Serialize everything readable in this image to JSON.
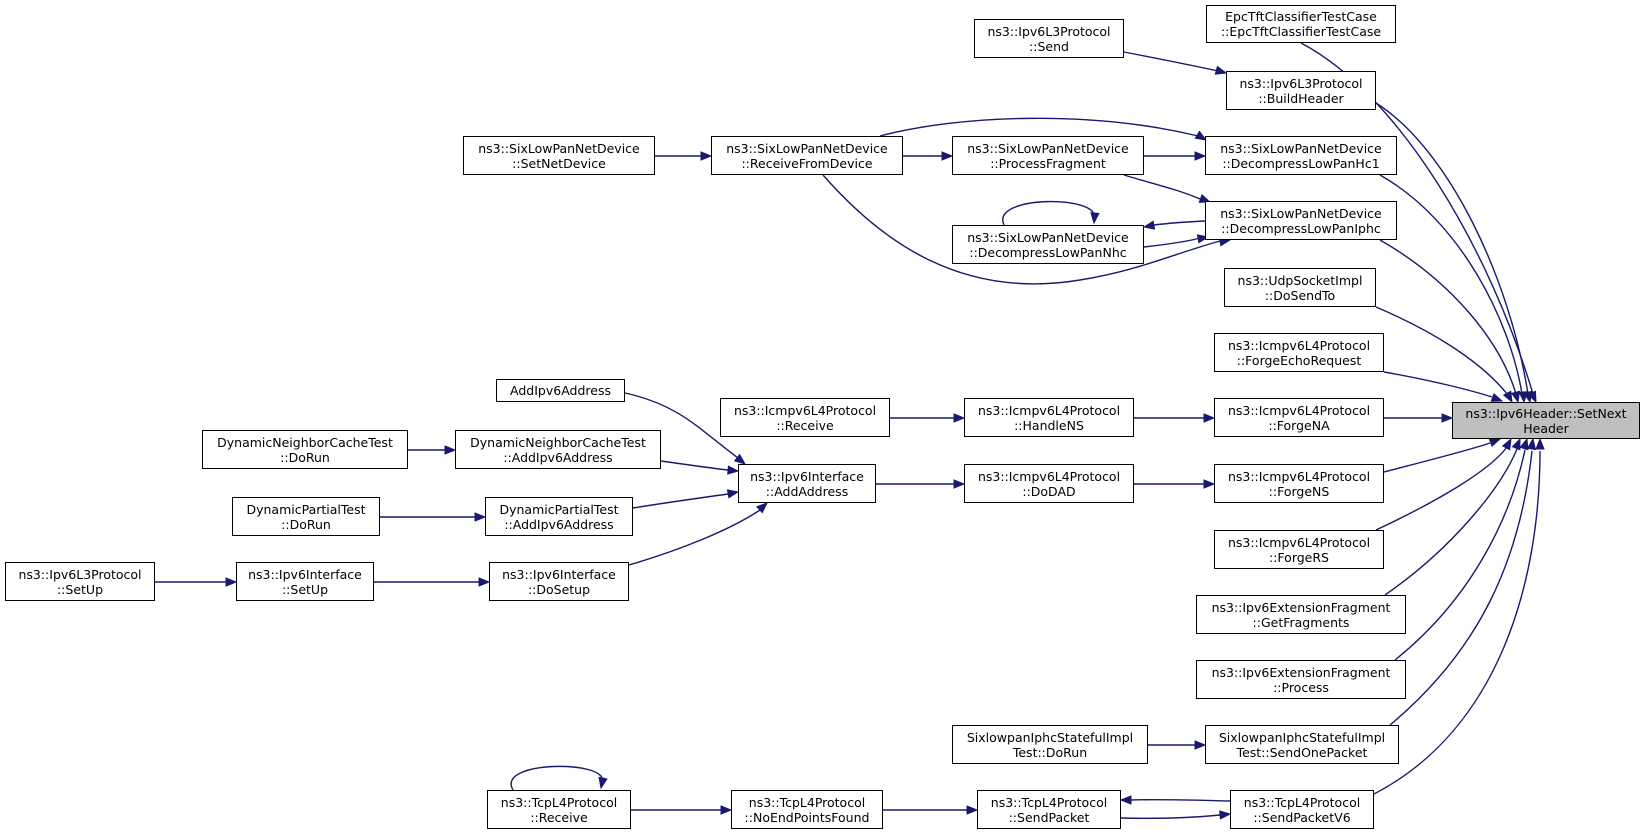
{
  "colors": {
    "edge": "#191970",
    "node_border": "#000000",
    "focus_fill": "#bfbfbf"
  },
  "nodes": {
    "setnextheader": {
      "l1": "ns3::Ipv6Header::SetNext",
      "l2": "Header"
    },
    "epctft": {
      "l1": "EpcTftClassifierTestCase",
      "l2": "::EpcTftClassifierTestCase"
    },
    "ipv6l3send": {
      "l1": "ns3::Ipv6L3Protocol",
      "l2": "::Send"
    },
    "buildheader": {
      "l1": "ns3::Ipv6L3Protocol",
      "l2": "::BuildHeader"
    },
    "sixsetnetdevice": {
      "l1": "ns3::SixLowPanNetDevice",
      "l2": "::SetNetDevice"
    },
    "receivefromdevice": {
      "l1": "ns3::SixLowPanNetDevice",
      "l2": "::ReceiveFromDevice"
    },
    "processfragment": {
      "l1": "ns3::SixLowPanNetDevice",
      "l2": "::ProcessFragment"
    },
    "decompresshc1": {
      "l1": "ns3::SixLowPanNetDevice",
      "l2": "::DecompressLowPanHc1"
    },
    "decompressiphc": {
      "l1": "ns3::SixLowPanNetDevice",
      "l2": "::DecompressLowPanIphc"
    },
    "decompressnhc": {
      "l1": "ns3::SixLowPanNetDevice",
      "l2": "::DecompressLowPanNhc"
    },
    "udpdosendto": {
      "l1": "ns3::UdpSocketImpl",
      "l2": "::DoSendTo"
    },
    "forgeechorequest": {
      "l1": "ns3::Icmpv6L4Protocol",
      "l2": "::ForgeEchoRequest"
    },
    "addipv6address": {
      "l1": "AddIpv6Address",
      "l2": ""
    },
    "icmpreceive": {
      "l1": "ns3::Icmpv6L4Protocol",
      "l2": "::Receive"
    },
    "handlens": {
      "l1": "ns3::Icmpv6L4Protocol",
      "l2": "::HandleNS"
    },
    "forgena": {
      "l1": "ns3::Icmpv6L4Protocol",
      "l2": "::ForgeNA"
    },
    "dyncachedorun": {
      "l1": "DynamicNeighborCacheTest",
      "l2": "::DoRun"
    },
    "dyncacheaddip": {
      "l1": "DynamicNeighborCacheTest",
      "l2": "::AddIpv6Address"
    },
    "ipv6ifaddaddress": {
      "l1": "ns3::Ipv6Interface",
      "l2": "::AddAddress"
    },
    "dodad": {
      "l1": "ns3::Icmpv6L4Protocol",
      "l2": "::DoDAD"
    },
    "forgens": {
      "l1": "ns3::Icmpv6L4Protocol",
      "l2": "::ForgeNS"
    },
    "dynpartialdorun": {
      "l1": "DynamicPartialTest",
      "l2": "::DoRun"
    },
    "dynpartialaddip": {
      "l1": "DynamicPartialTest",
      "l2": "::AddIpv6Address"
    },
    "forgers": {
      "l1": "ns3::Icmpv6L4Protocol",
      "l2": "::ForgeRS"
    },
    "ipv6l3setup": {
      "l1": "ns3::Ipv6L3Protocol",
      "l2": "::SetUp"
    },
    "ipv6ifsetup": {
      "l1": "ns3::Ipv6Interface",
      "l2": "::SetUp"
    },
    "ipv6ifdosetup": {
      "l1": "ns3::Ipv6Interface",
      "l2": "::DoSetup"
    },
    "getfragments": {
      "l1": "ns3::Ipv6ExtensionFragment",
      "l2": "::GetFragments"
    },
    "extfragprocess": {
      "l1": "ns3::Ipv6ExtensionFragment",
      "l2": "::Process"
    },
    "sixstatefuldorun": {
      "l1": "SixlowpanIphcStatefulImpl",
      "l2": "Test::DoRun"
    },
    "sixstatefulsendone": {
      "l1": "SixlowpanIphcStatefulImpl",
      "l2": "Test::SendOnePacket"
    },
    "tcpreceive": {
      "l1": "ns3::TcpL4Protocol",
      "l2": "::Receive"
    },
    "noendpointsfound": {
      "l1": "ns3::TcpL4Protocol",
      "l2": "::NoEndPointsFound"
    },
    "tcpsendpacket": {
      "l1": "ns3::TcpL4Protocol",
      "l2": "::SendPacket"
    },
    "tcpsendpacketv6": {
      "l1": "ns3::TcpL4Protocol",
      "l2": "::SendPacketV6"
    }
  }
}
